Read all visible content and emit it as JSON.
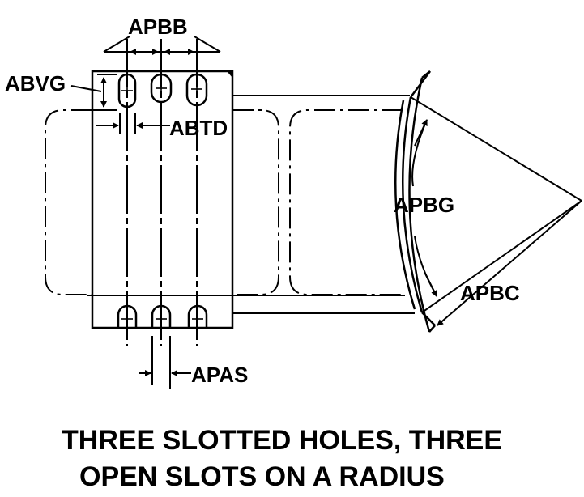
{
  "labels": {
    "apbb": "APBB",
    "abvg": "ABVG",
    "abtd": "ABTD",
    "apbg": "APBG",
    "apbc": "APBC",
    "apas": "APAS"
  },
  "caption": {
    "line1": "THREE SLOTTED HOLES, THREE",
    "line2": "OPEN SLOTS ON A RADIUS"
  },
  "colors": {
    "ink": "#000000",
    "background": "#ffffff"
  }
}
